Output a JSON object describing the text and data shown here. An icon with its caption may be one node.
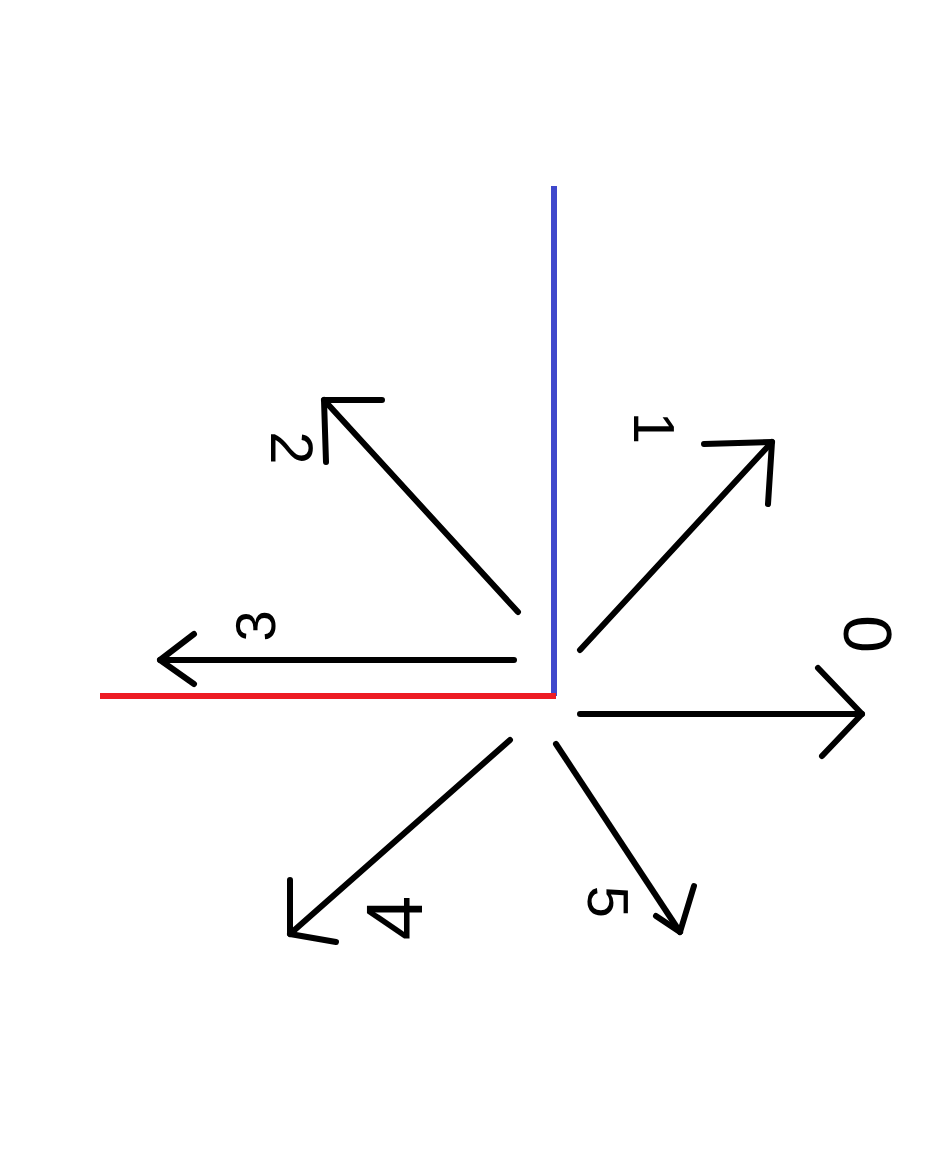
{
  "diagram": {
    "labels": [
      "2",
      "1",
      "3",
      "0",
      "4",
      "5"
    ]
  }
}
